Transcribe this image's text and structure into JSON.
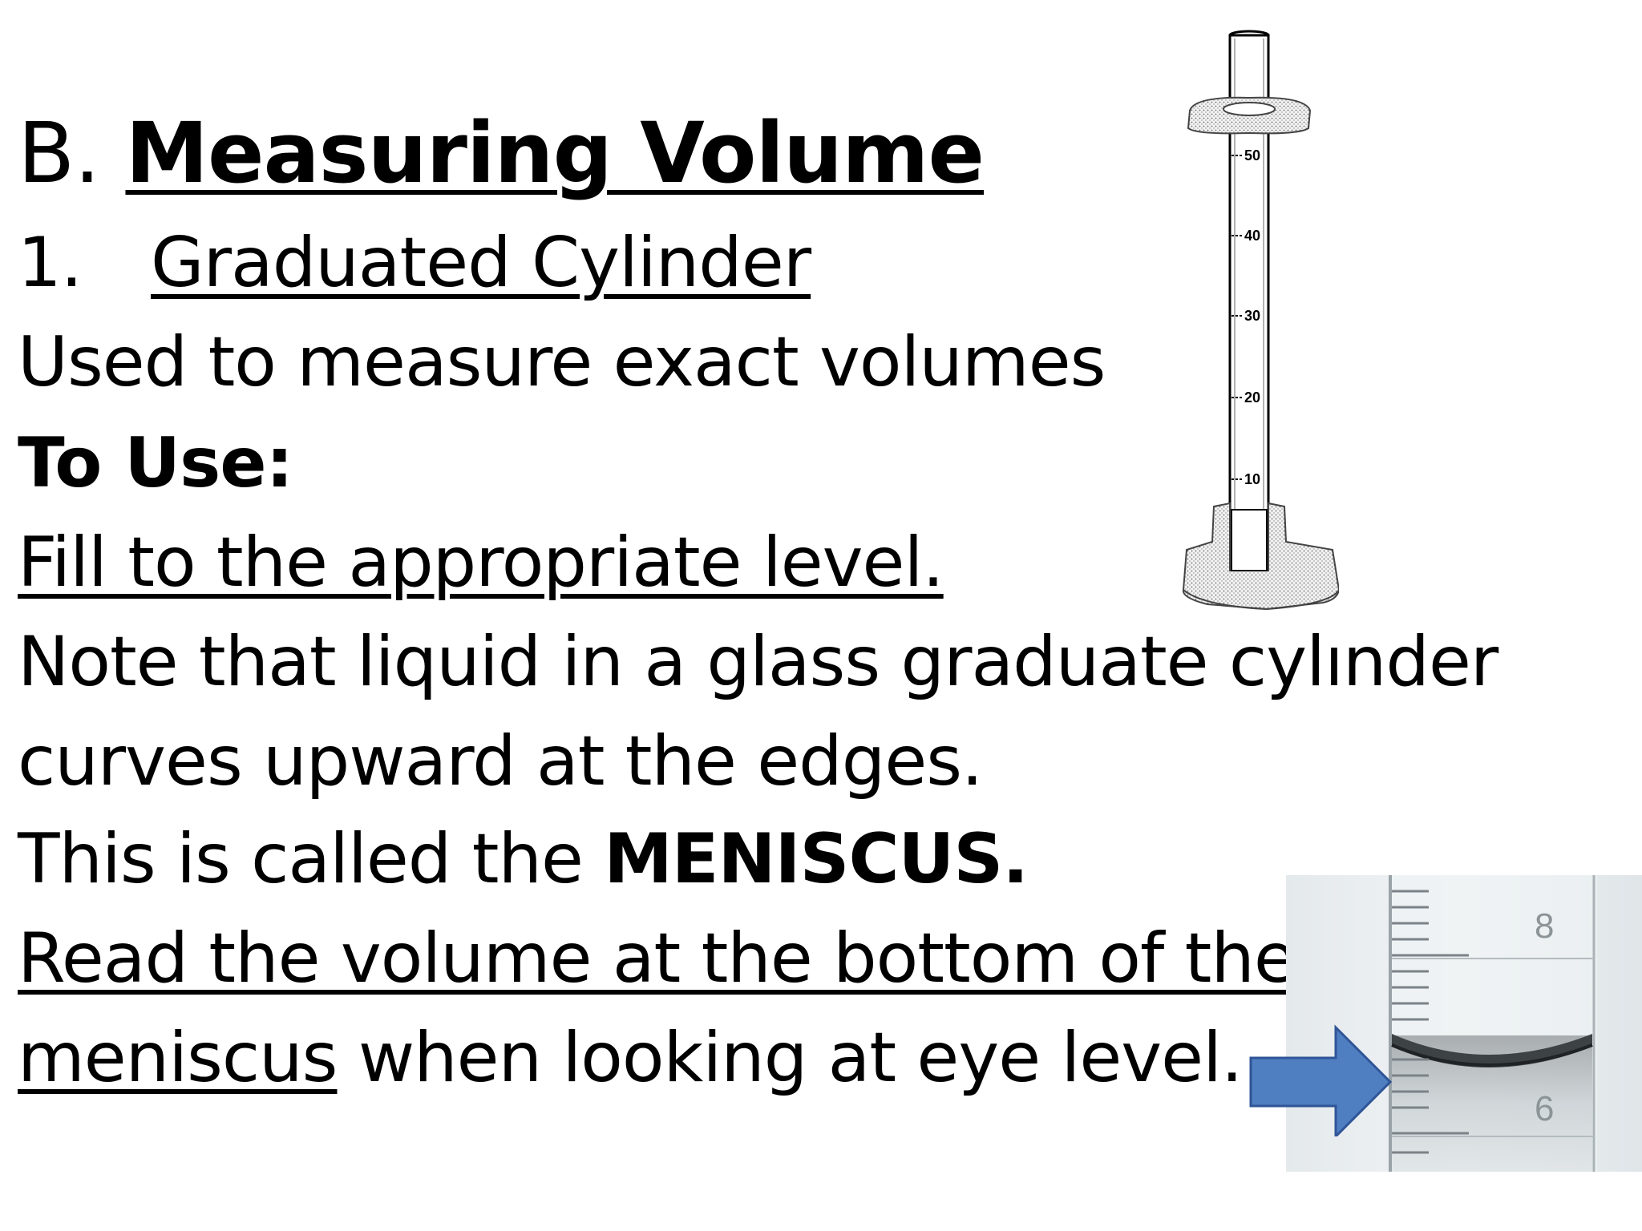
{
  "slide": {
    "title_prefix": "B.",
    "title": "Measuring Volume",
    "item_number": "1.",
    "item_label": "Graduated Cylinder",
    "description": "Used to measure exact volumes",
    "to_use": "To Use:",
    "step_fill": "Fill to the appropriate level.",
    "note_line1": "Note that liquid in a glass graduate cylınder",
    "note_line2": "curves upward at the edges.",
    "called_prefix": "This is called the",
    "called_term": "MENISCUS.",
    "read_line1": "Read the volume at the bottom of the",
    "read_term": "meniscus",
    "read_rest": " when looking at eye level."
  },
  "cylinder_figure": {
    "tick_labels": [
      "50",
      "40",
      "30",
      "20",
      "10"
    ]
  },
  "meniscus_photo": {
    "scale_labels": [
      "8",
      "6"
    ]
  },
  "colors": {
    "arrow_fill": "#4f7fc1",
    "arrow_stroke": "#2f5597"
  }
}
